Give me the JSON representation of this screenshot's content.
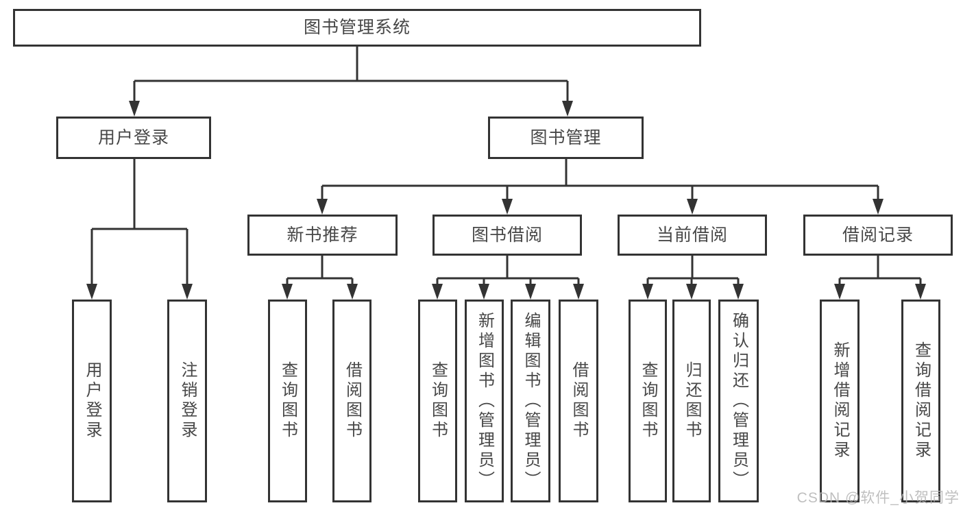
{
  "nodes": {
    "root": "图书管理系统",
    "user_login": "用户登录",
    "book_mgmt": "图书管理",
    "new_book_rec": "新书推荐",
    "book_borrow": "图书借阅",
    "current_borrow": "当前借阅",
    "borrow_records": "借阅记录",
    "ul_user_login": "用户登录",
    "ul_logout": "注销登录",
    "nr_query_book": "查询图书",
    "nr_borrow_book": "借阅图书",
    "bb_query_book": "查询图书",
    "bb_add_book": "新增图书（管理员）",
    "bb_edit_book": "编辑图书（管理员）",
    "bb_borrow_book": "借阅图书",
    "cb_query_book": "查询图书",
    "cb_return_book": "归还图书",
    "cb_confirm_return": "确认归还（管理员）",
    "br_add_record": "新增借阅记录",
    "br_query_record": "查询借阅记录"
  },
  "watermark": "CSDN @软件_小贺同学",
  "colors": {
    "line": "#333333",
    "text": "#474747",
    "background": "#ffffff",
    "watermark": "#b5b5b5"
  }
}
